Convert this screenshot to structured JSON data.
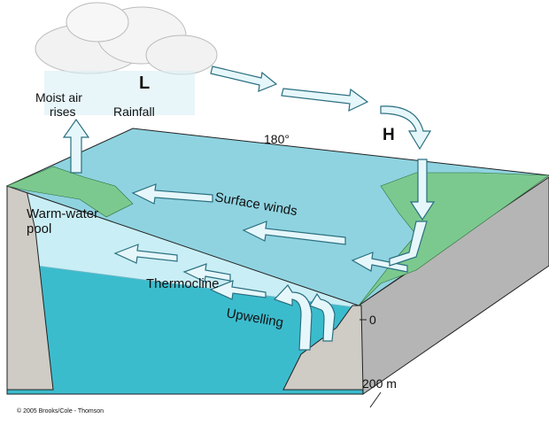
{
  "labels": {
    "low": "L",
    "high": "H",
    "moist_air_line1": "Moist air",
    "moist_air_line2": "rises",
    "rainfall": "Rainfall",
    "longitude": "180°",
    "surface_winds": "Surface winds",
    "warm_pool_line1": "Warm-water",
    "warm_pool_line2": "pool",
    "thermocline": "Thermocline",
    "upwelling": "Upwelling",
    "depth_0": "0",
    "depth_200": "200 m",
    "copyright": "© 2005 Brooks/Cole - Thomson"
  },
  "colors": {
    "ocean_surface": "#8fd3e0",
    "warm_pool": "#c9eef5",
    "deep_water": "#3bbccd",
    "land": "#7cc98f",
    "crust": "#b5b5b5",
    "arrow_fill": "#e6f7fb",
    "arrow_stroke": "#2a6f80"
  }
}
